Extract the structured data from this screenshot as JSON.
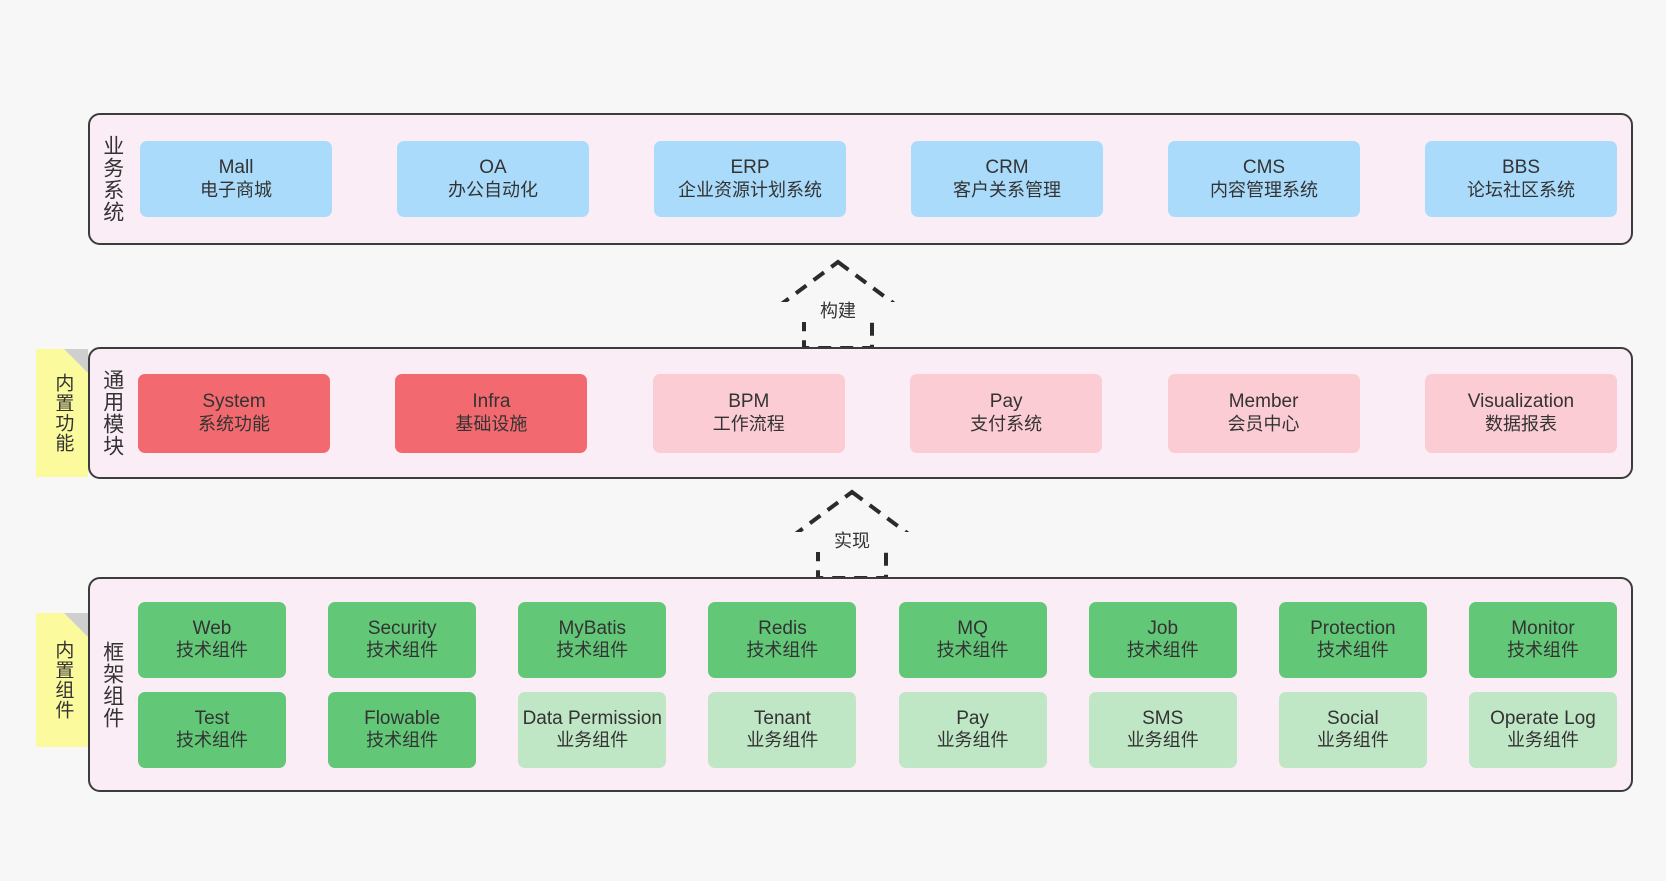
{
  "diagram": {
    "background": "#f7f7f7",
    "band_fill": "#faedf5",
    "band_border": "#3c3c3c"
  },
  "layers": [
    {
      "id": "business",
      "label": "业务系统",
      "card_color": "#aadbfb",
      "rows": [
        [
          {
            "en": "Mall",
            "cn": "电子商城",
            "tone": "blue"
          },
          {
            "en": "OA",
            "cn": "办公自动化",
            "tone": "blue"
          },
          {
            "en": "ERP",
            "cn": "企业资源计划系统",
            "tone": "blue"
          },
          {
            "en": "CRM",
            "cn": "客户关系管理",
            "tone": "blue"
          },
          {
            "en": "CMS",
            "cn": "内容管理系统",
            "tone": "blue"
          },
          {
            "en": "BBS",
            "cn": "论坛社区系统",
            "tone": "blue"
          }
        ]
      ]
    },
    {
      "id": "modules",
      "label": "通用模块",
      "note": "内置功能",
      "card_color_strong": "#f2696f",
      "card_color_soft": "#fbccd3",
      "rows": [
        [
          {
            "en": "System",
            "cn": "系统功能",
            "tone": "red-strong"
          },
          {
            "en": "Infra",
            "cn": "基础设施",
            "tone": "red-strong"
          },
          {
            "en": "BPM",
            "cn": "工作流程",
            "tone": "red-soft"
          },
          {
            "en": "Pay",
            "cn": "支付系统",
            "tone": "red-soft"
          },
          {
            "en": "Member",
            "cn": "会员中心",
            "tone": "red-soft"
          },
          {
            "en": "Visualization",
            "cn": "数据报表",
            "tone": "red-soft"
          }
        ]
      ]
    },
    {
      "id": "framework",
      "label": "框架组件",
      "note": "内置组件",
      "card_color_strong": "#62c878",
      "card_color_soft": "#bfe6c5",
      "rows": [
        [
          {
            "en": "Web",
            "cn": "技术组件",
            "tone": "green-strong"
          },
          {
            "en": "Security",
            "cn": "技术组件",
            "tone": "green-strong"
          },
          {
            "en": "MyBatis",
            "cn": "技术组件",
            "tone": "green-strong"
          },
          {
            "en": "Redis",
            "cn": "技术组件",
            "tone": "green-strong"
          },
          {
            "en": "MQ",
            "cn": "技术组件",
            "tone": "green-strong"
          },
          {
            "en": "Job",
            "cn": "技术组件",
            "tone": "green-strong"
          },
          {
            "en": "Protection",
            "cn": "技术组件",
            "tone": "green-strong"
          },
          {
            "en": "Monitor",
            "cn": "技术组件",
            "tone": "green-strong"
          }
        ],
        [
          {
            "en": "Test",
            "cn": "技术组件",
            "tone": "green-strong"
          },
          {
            "en": "Flowable",
            "cn": "技术组件",
            "tone": "green-strong"
          },
          {
            "en": "Data Permission",
            "cn": "业务组件",
            "tone": "green-soft"
          },
          {
            "en": "Tenant",
            "cn": "业务组件",
            "tone": "green-soft"
          },
          {
            "en": "Pay",
            "cn": "业务组件",
            "tone": "green-soft"
          },
          {
            "en": "SMS",
            "cn": "业务组件",
            "tone": "green-soft"
          },
          {
            "en": "Social",
            "cn": "业务组件",
            "tone": "green-soft"
          },
          {
            "en": "Operate Log",
            "cn": "业务组件",
            "tone": "green-soft"
          }
        ]
      ]
    }
  ],
  "arrows": [
    {
      "id": "build",
      "label": "构建",
      "direction": "up",
      "style": "dashed"
    },
    {
      "id": "impl",
      "label": "实现",
      "direction": "up",
      "style": "dashed"
    }
  ]
}
